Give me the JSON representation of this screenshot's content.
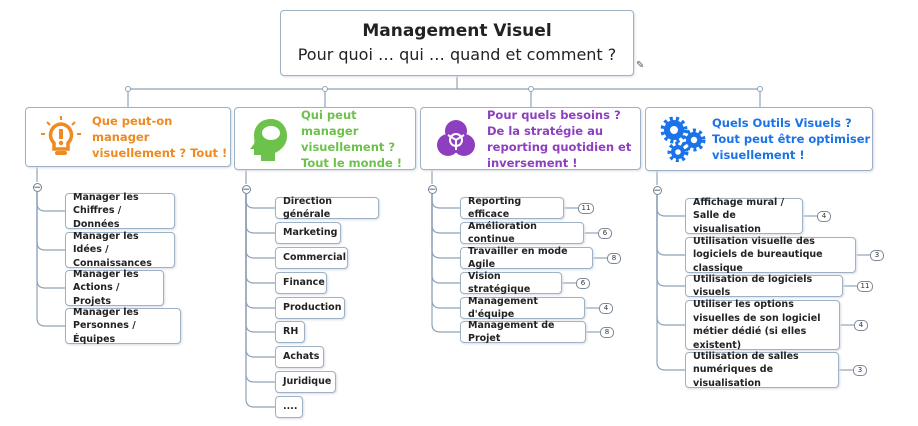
{
  "central": {
    "title": "Management Visuel",
    "subtitle": "Pour quoi … qui  … quand et comment ?",
    "note_icon": "note-edit-icon"
  },
  "branches": [
    {
      "title": "Que peut-on manager visuellement ? Tout !",
      "icon": "lightbulb-icon",
      "color": "#f0891e",
      "items": [
        {
          "label": "Manager les Chiffres / Données"
        },
        {
          "label": "Manager les Idées / Connaissances"
        },
        {
          "label": "Manager les Actions / Projets"
        },
        {
          "label": "Manager les Personnes / Équipes"
        }
      ]
    },
    {
      "title": "Qui peut manager visuellement ? Tout le monde !",
      "icon": "head-brain-icon",
      "color": "#6cc24a",
      "items": [
        {
          "label": "Direction générale"
        },
        {
          "label": "Marketing"
        },
        {
          "label": "Commercial"
        },
        {
          "label": "Finance"
        },
        {
          "label": "Production"
        },
        {
          "label": "RH"
        },
        {
          "label": "Achats"
        },
        {
          "label": "Juridique"
        },
        {
          "label": "...."
        }
      ]
    },
    {
      "title": "Pour quels besoins ? De la stratégie au reporting quotidien et inversement !",
      "icon": "venn-diagram-icon",
      "color": "#8e3fc0",
      "items": [
        {
          "label": "Reporting efficace",
          "count": "11"
        },
        {
          "label": "Amélioration continue",
          "count": "6"
        },
        {
          "label": "Travailler en mode Agile",
          "count": "8"
        },
        {
          "label": "Vision stratégique",
          "count": "6"
        },
        {
          "label": "Management d'équipe",
          "count": "4"
        },
        {
          "label": "Management de Projet",
          "count": "8"
        }
      ]
    },
    {
      "title": "Quels Outils Visuels ? Tout peut  être optimiser visuellement !",
      "icon": "gears-icon",
      "color": "#1a73e8",
      "items": [
        {
          "label": "Affichage mural / Salle de visualisation",
          "count": "4"
        },
        {
          "label": "Utilisation visuelle des logiciels de bureautique classique",
          "count": "3"
        },
        {
          "label": "Utilisation de logiciels visuels",
          "count": "11"
        },
        {
          "label": "Utiliser les options visuelles de son logiciel métier dédié (si elles existent)",
          "count": "4"
        },
        {
          "label": "Utilisation de salles numériques de visualisation",
          "count": "3"
        }
      ]
    }
  ]
}
